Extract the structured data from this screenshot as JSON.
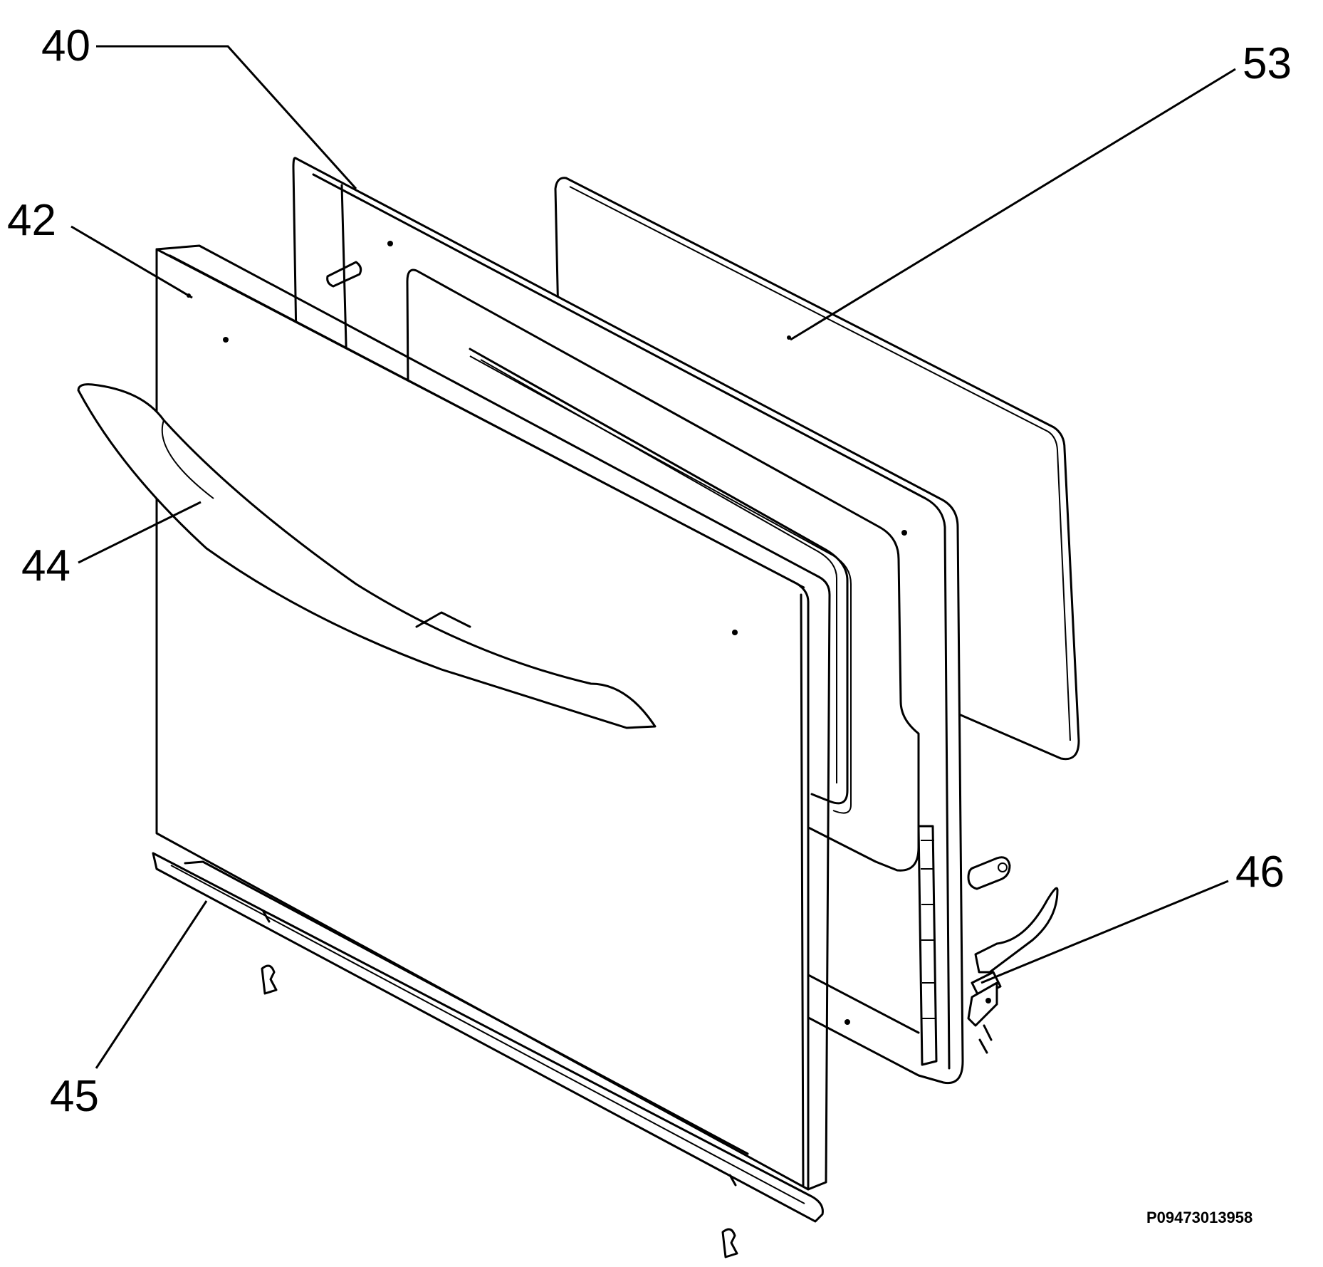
{
  "diagram": {
    "callouts": [
      {
        "id": "40",
        "label": "40"
      },
      {
        "id": "42",
        "label": "42"
      },
      {
        "id": "44",
        "label": "44"
      },
      {
        "id": "45",
        "label": "45"
      },
      {
        "id": "46",
        "label": "46"
      },
      {
        "id": "53",
        "label": "53"
      }
    ],
    "reference_code": "P09473013958"
  }
}
